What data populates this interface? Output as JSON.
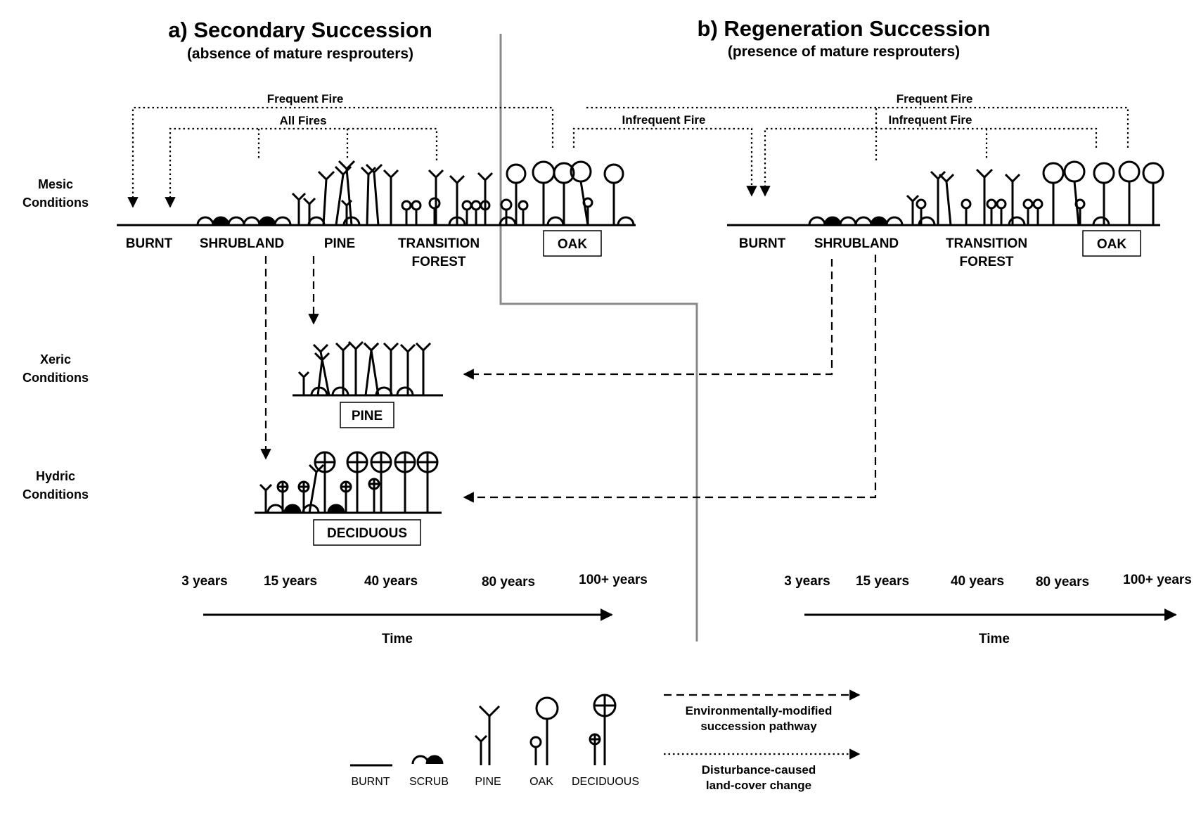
{
  "panel_a": {
    "title": "a) Secondary Succession",
    "subtitle": "(absence of mature resprouters)",
    "fire_frequent": "Frequent Fire",
    "fire_all": "All Fires",
    "fire_infrequent": "Infrequent Fire",
    "stages": [
      "BURNT",
      "SHRUBLAND",
      "PINE",
      "TRANSITION",
      "FOREST",
      "OAK"
    ],
    "xeric_box": "PINE",
    "hydric_box": "DECIDUOUS",
    "years": [
      "3 years",
      "15 years",
      "40 years",
      "80 years",
      "100+ years"
    ],
    "time_label": "Time"
  },
  "panel_b": {
    "title": "b) Regeneration Succession",
    "subtitle": "(presence of mature resprouters)",
    "fire_frequent": "Frequent Fire",
    "fire_infrequent": "Infrequent Fire",
    "stages": [
      "BURNT",
      "SHRUBLAND",
      "TRANSITION",
      "FOREST",
      "OAK"
    ],
    "years": [
      "3 years",
      "15 years",
      "40 years",
      "80 years",
      "100+ years"
    ],
    "time_label": "Time"
  },
  "conditions": {
    "mesic": [
      "Mesic",
      "Conditions"
    ],
    "xeric": [
      "Xeric",
      "Conditions"
    ],
    "hydric": [
      "Hydric",
      "Conditions"
    ]
  },
  "legend": {
    "burnt": "BURNT",
    "scrub": "SCRUB",
    "pine": "PINE",
    "oak": "OAK",
    "deciduous": "DECIDUOUS",
    "dashed_line1": "Environmentally-modified",
    "dashed_line2": "succession pathway",
    "dotted_line1": "Disturbance-caused",
    "dotted_line2": "land-cover change"
  }
}
